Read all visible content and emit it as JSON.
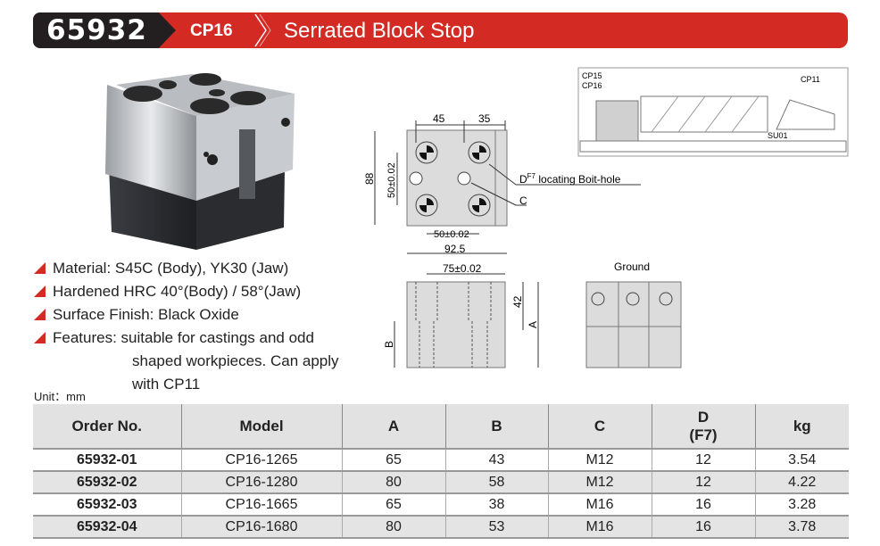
{
  "header": {
    "code": "65932",
    "series": "CP16",
    "title": "Serrated Block Stop"
  },
  "features": [
    {
      "label": "Material: S45C (Body), YK30 (Jaw)"
    },
    {
      "label": "Hardened HRC 40°(Body) / 58°(Jaw)"
    },
    {
      "label": "Surface Finish: Black Oxide"
    },
    {
      "label": "Features: suitable for castings and odd",
      "cont": [
        "shaped workpieces. Can apply",
        "with CP11"
      ]
    }
  ],
  "unit": "Unit：mm",
  "drawing": {
    "dim_45": "45",
    "dim_35": "35",
    "dim_88": "88",
    "dim_50v": "50±0.02",
    "dim_50h": "50±0.02",
    "dim_925": "92.5",
    "hole_d": "D",
    "hole_d_sup": "F7",
    "hole_d_text": " locating Boit-hole",
    "hole_c": "C",
    "dim_75": "75±0.02",
    "dim_42": "42",
    "dim_a": "A",
    "dim_b": "B",
    "ground": "Ground",
    "app_cp15": "CP15",
    "app_cp16": "CP16",
    "app_cp11": "CP11",
    "app_su01": "SU01"
  },
  "table": {
    "headers": [
      "Order No.",
      "Model",
      "A",
      "B",
      "C",
      "D",
      "(F7)",
      "kg"
    ],
    "rows": [
      [
        "65932-01",
        "CP16-1265",
        "65",
        "43",
        "M12",
        "12",
        "3.54"
      ],
      [
        "65932-02",
        "CP16-1280",
        "80",
        "58",
        "M12",
        "12",
        "4.22"
      ],
      [
        "65932-03",
        "CP16-1665",
        "65",
        "38",
        "M16",
        "16",
        "3.28"
      ],
      [
        "65932-04",
        "CP16-1680",
        "80",
        "53",
        "M16",
        "16",
        "3.78"
      ]
    ]
  },
  "colors": {
    "accent": "#d42a24",
    "dark": "#231f20"
  }
}
